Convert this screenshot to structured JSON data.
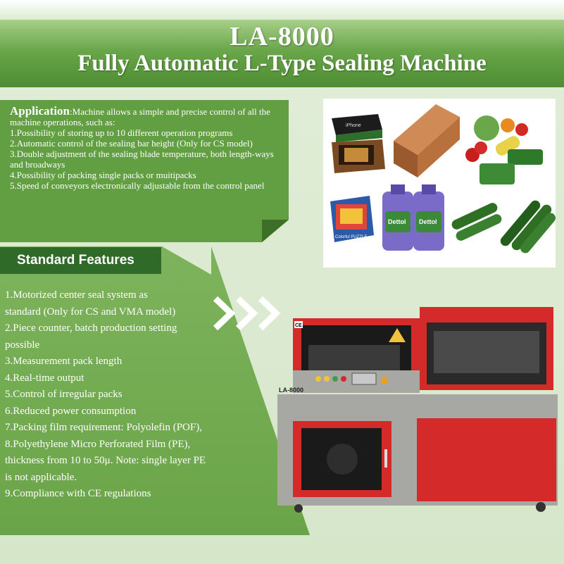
{
  "header": {
    "model": "LA-8000",
    "subtitle": "Fully Automatic L-Type Sealing Machine"
  },
  "application": {
    "heading": "Application",
    "intro": ":Machine allows a simple and precise control of all the machine operations, such as:",
    "items": [
      "1.Possibility of storing up to 10 different operation programs",
      "2.Automatic control of the sealing bar height (Only for CS model)",
      "3.Double adjustment of the sealing blade temperature, both length-ways and broadways",
      "4.Possibility of packing single packs or muitipacks",
      "5.Speed of conveyors electronically adjustable from the control panel"
    ]
  },
  "products": {
    "phone_box_text": "iPhone",
    "puzzle_text": "Colorful PUZZLE",
    "bottle_brand": "Dettol"
  },
  "standard_features": {
    "tab_label": "Standard Features",
    "lines": [
      "1.Motorized center seal system as",
      "standard (Only for CS and VMA model)",
      "2.Piece counter, batch production setting",
      "possible",
      "3.Measurement pack length",
      "4.Real-time output",
      "5.Control of irregular packs",
      "6.Reduced power consumption",
      "7.Packing film requirement: Polyolefin (POF),",
      "8.Polyethylene Micro Perforated Film (PE),",
      "thickness from 10 to 50μ. Note: single layer PE",
      "is not applicable.",
      "9.Compliance with CE regulations"
    ]
  },
  "machine": {
    "label": "LA-8000",
    "ce_mark": "CE"
  },
  "colors": {
    "header_green": "#5c9a3e",
    "panel_green": "#629e42",
    "tab_dark_green": "#2f6a28",
    "machine_red": "#d42a2a",
    "machine_gray": "#a7a7a4"
  }
}
